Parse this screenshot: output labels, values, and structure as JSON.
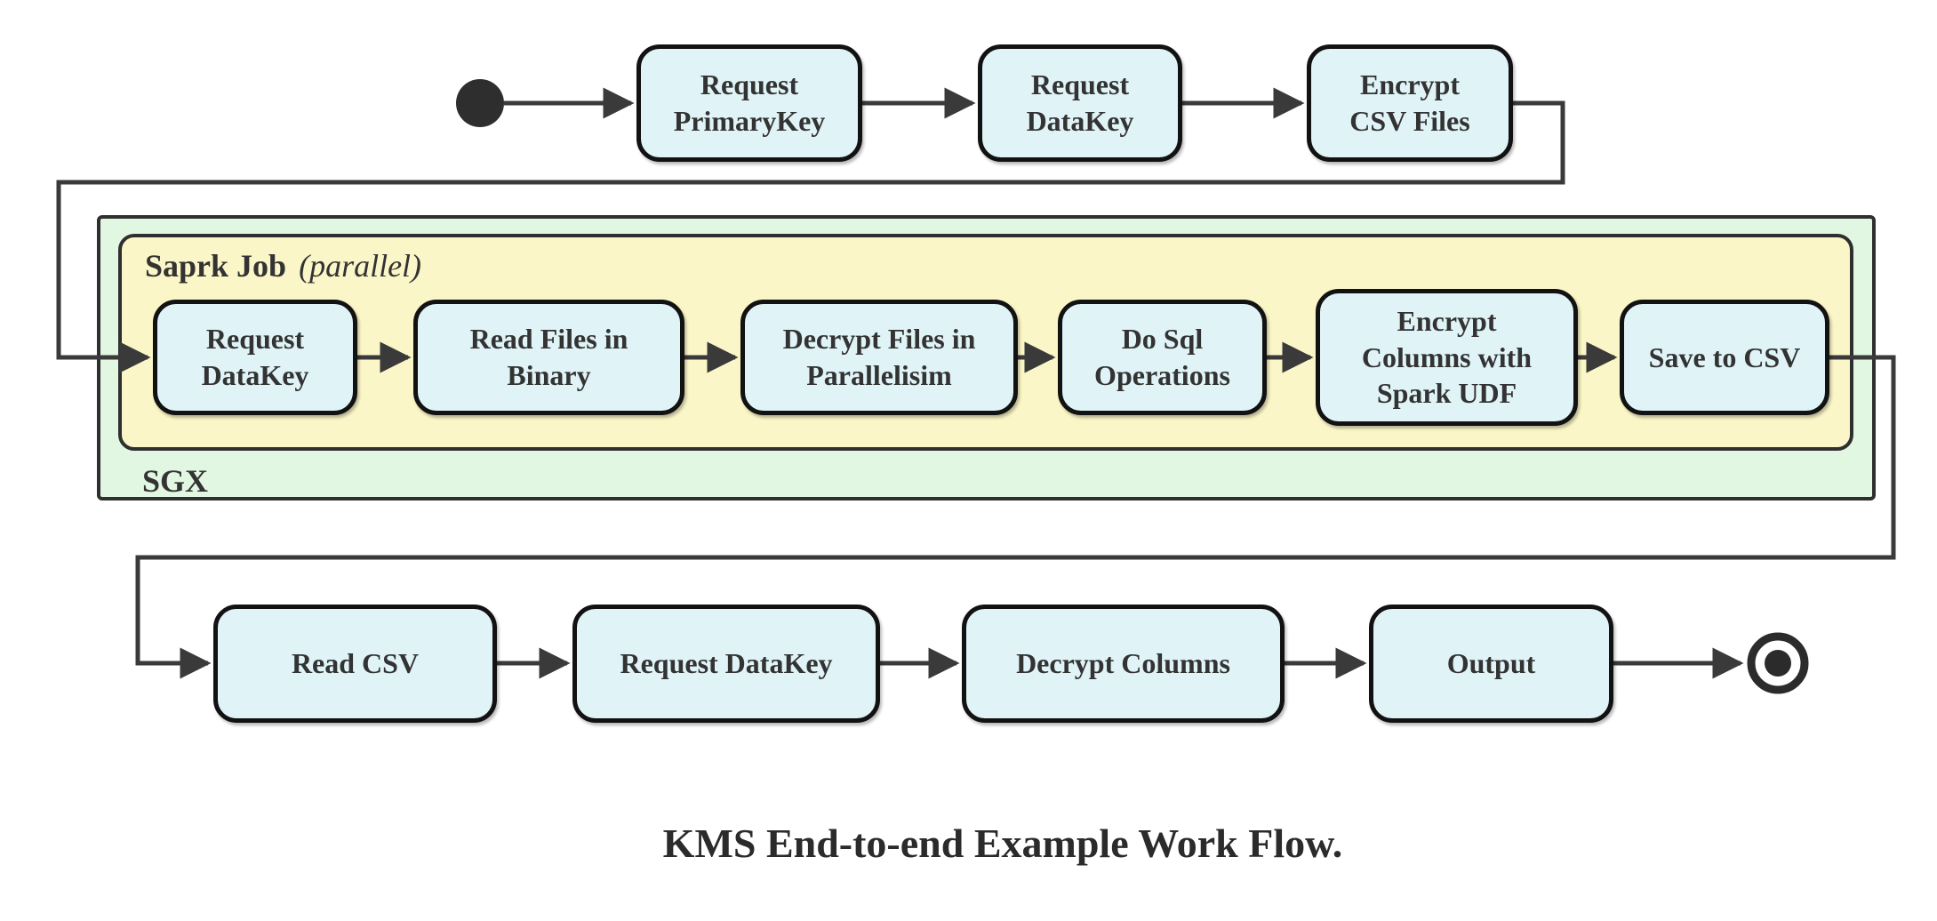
{
  "diagram": {
    "caption": "KMS End-to-end Example Work Flow.",
    "colors": {
      "node_fill": "#E0F4F8",
      "node_border": "#121212",
      "sgx_fill": "#E1F7E2",
      "spark_fill": "#FBF6C7",
      "container_border": "#2f2f2f",
      "line": "#3a3a3a",
      "text": "#333333"
    },
    "start_node": "initial-state",
    "end_node": "final-state",
    "top_row": {
      "nodes": [
        {
          "label": "Request\nPrimaryKey"
        },
        {
          "label": "Request\nDataKey"
        },
        {
          "label": "Encrypt\nCSV Files"
        }
      ]
    },
    "sgx_container": {
      "title": "SGX"
    },
    "spark_container": {
      "title": "Saprk Job",
      "note": "(parallel)"
    },
    "spark_row": {
      "nodes": [
        {
          "label": "Request\nDataKey"
        },
        {
          "label": "Read Files in\nBinary"
        },
        {
          "label": "Decrypt Files in\nParallelisim"
        },
        {
          "label": "Do Sql\nOperations"
        },
        {
          "label": "Encrypt\nColumns with\nSpark UDF"
        },
        {
          "label": "Save to CSV"
        }
      ]
    },
    "bottom_row": {
      "nodes": [
        {
          "label": "Read CSV"
        },
        {
          "label": "Request DataKey"
        },
        {
          "label": "Decrypt Columns"
        },
        {
          "label": "Output"
        }
      ]
    }
  }
}
